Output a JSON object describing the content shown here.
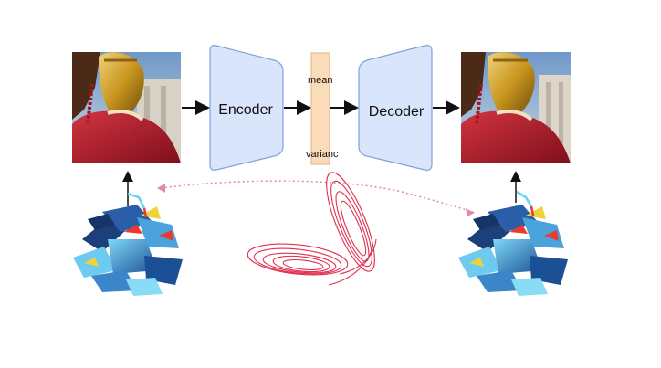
{
  "diagram": {
    "encoder_label": "Encoder",
    "decoder_label": "Decoder",
    "latent_mean_label": "mean",
    "latent_variance_label": "varianc",
    "colors": {
      "block_fill": "#d9e5fb",
      "block_stroke": "#7fa2de",
      "latent_fill": "#fbdcb9",
      "latent_stroke": "#e3b27c",
      "attractor": "#e0304f",
      "dotted_link": "#e58aa0",
      "arrow": "#111111",
      "cyan_arrow": "#5fd6f0"
    },
    "images": {
      "input_image": "statue-portrait-input",
      "output_image": "statue-portrait-reconstruction",
      "left_object": "blue-polyhedral-sculpture",
      "right_object": "blue-polyhedral-sculpture",
      "center_figure": "lorenz-attractor-curve"
    }
  }
}
